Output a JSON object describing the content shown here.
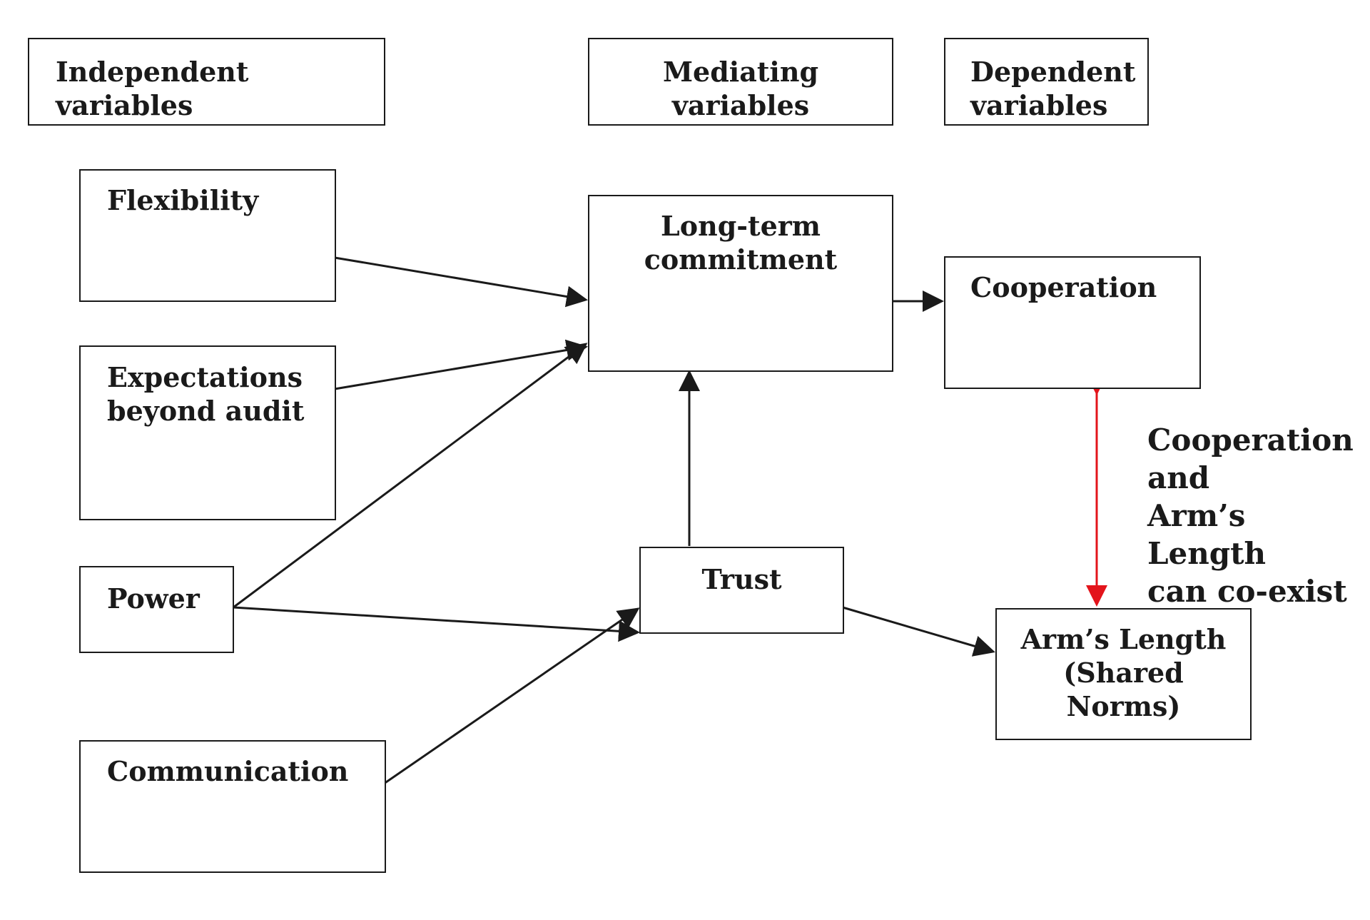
{
  "headers": {
    "independent": "Independent variables",
    "mediating": "Mediating\nvariables",
    "dependent": "Dependent\nvariables"
  },
  "independent_variables": {
    "flexibility": "Flexibility",
    "expectations": "Expectations\nbeyond audit",
    "power": "Power",
    "communication": "Communication"
  },
  "mediating_variables": {
    "long_term_commitment": "Long-term\ncommitment",
    "trust": "Trust"
  },
  "dependent_variables": {
    "cooperation": "Cooperation",
    "arms_length": "Arm’s Length\n(Shared\nNorms)"
  },
  "coexist_note": "Cooperation\nand\nArm’s Length\ncan co-exist",
  "colors": {
    "line": "#1a1a1a",
    "coexist_arrow": "#e3141b"
  }
}
